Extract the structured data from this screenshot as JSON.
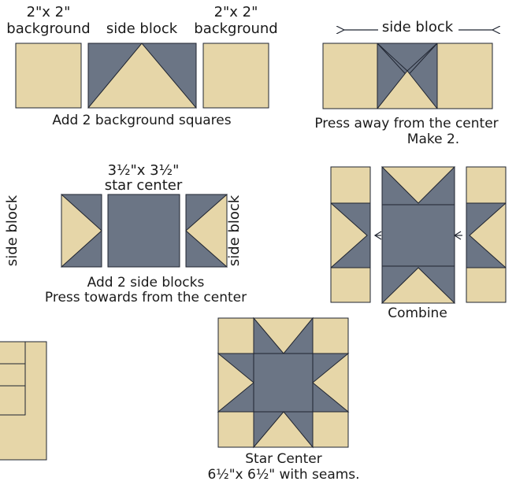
{
  "colors": {
    "background": "#e6d6a8",
    "star": "#6b7585",
    "stroke": "#1f2430"
  },
  "step1": {
    "left_size": "2\"x 2\"",
    "left_name": "background",
    "center_name": "side block",
    "right_size": "2\"x 2\"",
    "right_name": "background",
    "caption": "Add 2 background squares"
  },
  "step2": {
    "label": "side block",
    "caption_line1": "Press away from the center",
    "caption_line2": "Make 2."
  },
  "step3": {
    "center_size": "3½\"x 3½\"",
    "center_name": "star center",
    "left_label": "side block",
    "right_label": "side block",
    "caption_line1": "Add 2 side blocks",
    "caption_line2": "Press towards from the center"
  },
  "step4": {
    "caption": "Combine"
  },
  "step5": {
    "caption_line1": "Star Center",
    "caption_line2": "6½\"x 6½\" with seams."
  }
}
